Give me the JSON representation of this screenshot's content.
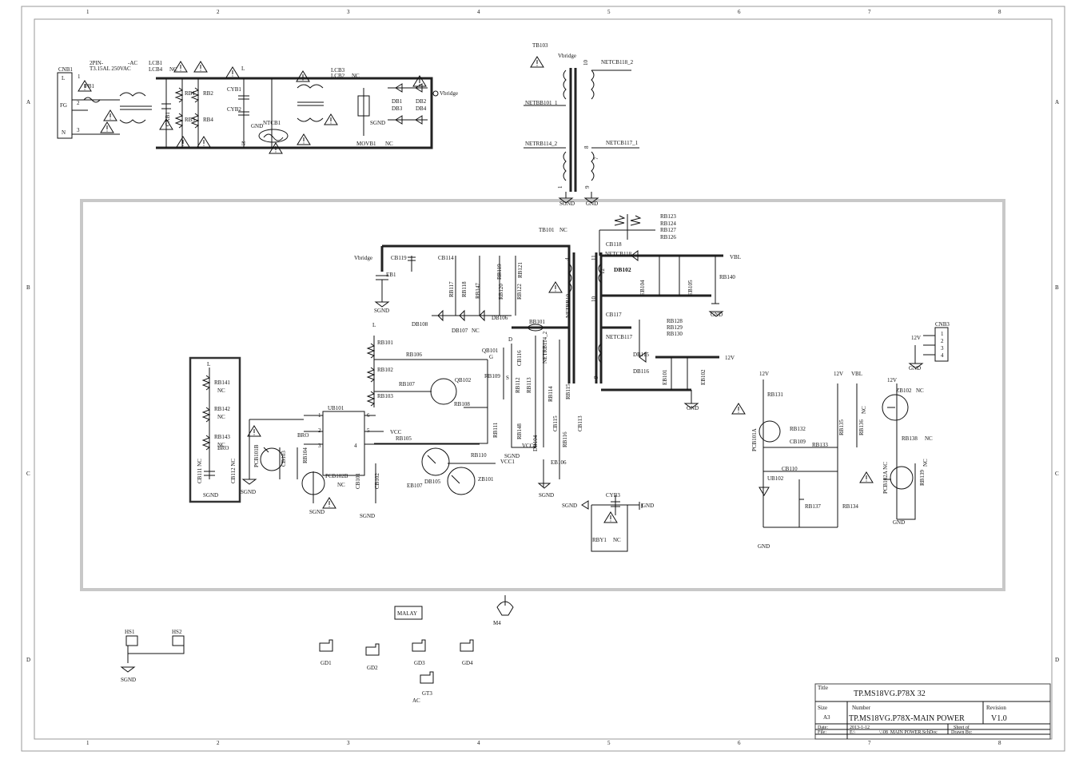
{
  "border": {
    "cols": [
      "1",
      "2",
      "3",
      "4",
      "5",
      "6",
      "7",
      "8"
    ],
    "rows": [
      "A",
      "B",
      "C",
      "D"
    ]
  },
  "title_block": {
    "title_label": "Title",
    "title": "TP.MS18VG.P78X  32",
    "size_label": "Size",
    "size": "A3",
    "number_label": "Number",
    "number": "TP.MS18VG.P78X-MAIN POWER",
    "revision_label": "Revision",
    "revision": "V1.0",
    "date_label": "Date:",
    "date": "2013-1-12",
    "sheet_label": "Sheet    of",
    "file_label": "File:",
    "file_drive": "E:\\",
    "file_path": "\\.\\08_MAIN POWER.SchDoc",
    "drawn_by": "Drawn By:"
  },
  "labels": [
    {
      "id": "cnb1",
      "text": "CNB1"
    },
    {
      "id": "l",
      "text": "L"
    },
    {
      "id": "fg",
      "text": "FG"
    },
    {
      "id": "n",
      "text": "N"
    },
    {
      "id": "pin1",
      "text": "1"
    },
    {
      "id": "pin2",
      "text": "2"
    },
    {
      "id": "pin3",
      "text": "3"
    },
    {
      "id": "fuse_type",
      "text": "2PIN-"
    },
    {
      "id": "fuse_rating",
      "text": "T3.15AL 250VAC"
    },
    {
      "id": "ac",
      "text": "-AC"
    },
    {
      "id": "fb1",
      "text": "FB1"
    },
    {
      "id": "lcb1",
      "text": "LCB1"
    },
    {
      "id": "lcb4",
      "text": "LCB4"
    },
    {
      "id": "cxb1",
      "text": "CXB1"
    },
    {
      "id": "rb1",
      "text": "RB1"
    },
    {
      "id": "rb2",
      "text": "RB2"
    },
    {
      "id": "rb3",
      "text": "RB3"
    },
    {
      "id": "rb4",
      "text": "RB4"
    },
    {
      "id": "nc_top",
      "text": "NC"
    },
    {
      "id": "l_cap",
      "text": "L"
    },
    {
      "id": "n_cap",
      "text": "N"
    },
    {
      "id": "cyb1",
      "text": "CYB1"
    },
    {
      "id": "cyb2",
      "text": "CYB2"
    },
    {
      "id": "gnd_a",
      "text": "GND"
    },
    {
      "id": "ntcb1",
      "text": "NTCB1"
    },
    {
      "id": "lcb3",
      "text": "LCB3"
    },
    {
      "id": "lcb2",
      "text": "LCB2"
    },
    {
      "id": "nc_lcb",
      "text": "NC"
    },
    {
      "id": "db1",
      "text": "DB1"
    },
    {
      "id": "db2",
      "text": "DB2"
    },
    {
      "id": "db3",
      "text": "DB3"
    },
    {
      "id": "db4",
      "text": "DB4"
    },
    {
      "id": "vbridge_a",
      "text": "Vbridge"
    },
    {
      "id": "sgnd_a",
      "text": "SGND"
    },
    {
      "id": "movb1",
      "text": "MOVB1"
    },
    {
      "id": "nc_mov",
      "text": "NC"
    },
    {
      "id": "tb103",
      "text": "TB103"
    },
    {
      "id": "vbridge_t",
      "text": "Vbridge"
    },
    {
      "id": "netbb101",
      "text": "NETBB101_1"
    },
    {
      "id": "netrb114",
      "text": "NETRB114_2"
    },
    {
      "id": "netcb118",
      "text": "NETCB118_2"
    },
    {
      "id": "netcb117",
      "text": "NETCB117_1"
    },
    {
      "id": "p10",
      "text": "10"
    },
    {
      "id": "p8",
      "text": "8"
    },
    {
      "id": "p7",
      "text": "7"
    },
    {
      "id": "p9",
      "text": "9"
    },
    {
      "id": "p1",
      "text": "1"
    },
    {
      "id": "sgnd_t",
      "text": "SGND"
    },
    {
      "id": "gnd_t",
      "text": "GND"
    },
    {
      "id": "tb101",
      "text": "TB101"
    },
    {
      "id": "nc_tb101",
      "text": "NC"
    },
    {
      "id": "vbridge_b",
      "text": "Vbridge"
    },
    {
      "id": "cb119",
      "text": "CB119"
    },
    {
      "id": "cb114",
      "text": "CB114"
    },
    {
      "id": "eb1",
      "text": "EB1"
    },
    {
      "id": "sgnd_b",
      "text": "SGND"
    },
    {
      "id": "rb117",
      "text": "RB117"
    },
    {
      "id": "rb118",
      "text": "RB118"
    },
    {
      "id": "rb147",
      "text": "RB147"
    },
    {
      "id": "rb119",
      "text": "RB119"
    },
    {
      "id": "rb121",
      "text": "RB121"
    },
    {
      "id": "rb120",
      "text": "RB120"
    },
    {
      "id": "rb122",
      "text": "RB122"
    },
    {
      "id": "db108",
      "text": "DB108"
    },
    {
      "id": "db107",
      "text": "DB107"
    },
    {
      "id": "nc_db107",
      "text": "NC"
    },
    {
      "id": "db106",
      "text": "DB106"
    },
    {
      "id": "bb101",
      "text": "BB101"
    },
    {
      "id": "netrb114v",
      "text": "NETRB114_2"
    },
    {
      "id": "netbb10v",
      "text": "NETBB10"
    },
    {
      "id": "l_b",
      "text": "L"
    },
    {
      "id": "rb101",
      "text": "RB101"
    },
    {
      "id": "rb102",
      "text": "RB102"
    },
    {
      "id": "rb103",
      "text": "RB103"
    },
    {
      "id": "rb106",
      "text": "RB106"
    },
    {
      "id": "rb107",
      "text": "RB107"
    },
    {
      "id": "rb108",
      "text": "RB108"
    },
    {
      "id": "rb109",
      "text": "RB109"
    },
    {
      "id": "qb101",
      "text": "QB101"
    },
    {
      "id": "g",
      "text": "G"
    },
    {
      "id": "d",
      "text": "D"
    },
    {
      "id": "s",
      "text": "S"
    },
    {
      "id": "qb102",
      "text": "QB102"
    },
    {
      "id": "cb116",
      "text": "CB116"
    },
    {
      "id": "rb112",
      "text": "RB112"
    },
    {
      "id": "rb113",
      "text": "RB113"
    },
    {
      "id": "rb114",
      "text": "RB114"
    },
    {
      "id": "rb115",
      "text": "RB115"
    },
    {
      "id": "ub101",
      "text": "UB101"
    },
    {
      "id": "u1",
      "text": "1"
    },
    {
      "id": "u2",
      "text": "2"
    },
    {
      "id": "u3",
      "text": "3"
    },
    {
      "id": "u4",
      "text": "4"
    },
    {
      "id": "u5",
      "text": "5"
    },
    {
      "id": "u6",
      "text": "6"
    },
    {
      "id": "vcc",
      "text": "VCC"
    },
    {
      "id": "bro",
      "text": "BRO"
    },
    {
      "id": "rb105",
      "text": "RB105"
    },
    {
      "id": "rb110",
      "text": "RB110"
    },
    {
      "id": "vcc1",
      "text": "VCC1"
    },
    {
      "id": "cb101",
      "text": "CB101"
    },
    {
      "id": "cb102",
      "text": "CB102"
    },
    {
      "id": "eb107",
      "text": "EB107"
    },
    {
      "id": "db105",
      "text": "DB105"
    },
    {
      "id": "zb101",
      "text": "ZB101"
    },
    {
      "id": "sgnd_c",
      "text": "SGND"
    },
    {
      "id": "rb111",
      "text": "RB111"
    },
    {
      "id": "rb148",
      "text": "RB148"
    },
    {
      "id": "sgnd_d",
      "text": "SGND"
    },
    {
      "id": "db104",
      "text": "DB104"
    },
    {
      "id": "cb115",
      "text": "CB115"
    },
    {
      "id": "cb113",
      "text": "CB113"
    },
    {
      "id": "rb116",
      "text": "RB116"
    },
    {
      "id": "vcc1_b",
      "text": "VCC1"
    },
    {
      "id": "eb106",
      "text": "EB106"
    },
    {
      "id": "sgnd_e",
      "text": "SGND"
    },
    {
      "id": "pcb101b",
      "text": "PCB101B"
    },
    {
      "id": "cb103",
      "text": "CB103"
    },
    {
      "id": "rb104",
      "text": "RB104"
    },
    {
      "id": "pcb102b",
      "text": "PCB102B"
    },
    {
      "id": "nc_pcb102b",
      "text": "NC"
    },
    {
      "id": "sgnd_f",
      "text": "SGND"
    },
    {
      "id": "sgnd_g",
      "text": "SGND"
    },
    {
      "id": "l_box",
      "text": "L"
    },
    {
      "id": "rb141",
      "text": "RB141"
    },
    {
      "id": "nc141",
      "text": "NC"
    },
    {
      "id": "rb142",
      "text": "RB142"
    },
    {
      "id": "nc142",
      "text": "NC"
    },
    {
      "id": "rb143",
      "text": "RB143"
    },
    {
      "id": "nc143",
      "text": "NC"
    },
    {
      "id": "bro_box",
      "text": "BRO"
    },
    {
      "id": "cb111",
      "text": "CB111  NC"
    },
    {
      "id": "cb112",
      "text": "CB112  NC"
    },
    {
      "id": "sgnd_box",
      "text": "SGND"
    },
    {
      "id": "sgnd_cy",
      "text": "SGND"
    },
    {
      "id": "cyb3",
      "text": "CYB3"
    },
    {
      "id": "gnd_cy",
      "text": "GND"
    },
    {
      "id": "rby1",
      "text": "RBY1"
    },
    {
      "id": "nc_rby",
      "text": "NC"
    },
    {
      "id": "rb123",
      "text": "RB123"
    },
    {
      "id": "rb124",
      "text": "RB124"
    },
    {
      "id": "rb127",
      "text": "RB127"
    },
    {
      "id": "rb126",
      "text": "RB126"
    },
    {
      "id": "cb118",
      "text": "CB118"
    },
    {
      "id": "netcb",
      "text": "NETCB118"
    },
    {
      "id": "db102",
      "text": "DB102"
    },
    {
      "id": "p11",
      "text": "11"
    },
    {
      "id": "p12",
      "text": "12"
    },
    {
      "id": "p10b",
      "text": "10"
    },
    {
      "id": "p4",
      "text": "4"
    },
    {
      "id": "eb104",
      "text": "EB104"
    },
    {
      "id": "eb105",
      "text": "EB105"
    },
    {
      "id": "vbl",
      "text": "VBL"
    },
    {
      "id": "rb140",
      "text": "RB140"
    },
    {
      "id": "gnd_vbl",
      "text": "GND"
    },
    {
      "id": "cb117",
      "text": "CB117"
    },
    {
      "id": "rb128",
      "text": "RB128"
    },
    {
      "id": "rb129",
      "text": "RB129"
    },
    {
      "id": "rb130",
      "text": "RB130"
    },
    {
      "id": "netcb117b",
      "text": "NETCB117"
    },
    {
      "id": "db115",
      "text": "DB115"
    },
    {
      "id": "db116",
      "text": "DB116"
    },
    {
      "id": "v12",
      "text": "12V"
    },
    {
      "id": "eb101",
      "text": "EB101"
    },
    {
      "id": "eb102",
      "text": "EB102"
    },
    {
      "id": "gnd_12",
      "text": "GND"
    },
    {
      "id": "p9b",
      "text": "9"
    },
    {
      "id": "cnb3",
      "text": "CNB3"
    },
    {
      "id": "c1",
      "text": "1"
    },
    {
      "id": "c2",
      "text": "2"
    },
    {
      "id": "c3",
      "text": "3"
    },
    {
      "id": "c4",
      "text": "4"
    },
    {
      "id": "v12_cn",
      "text": "12V"
    },
    {
      "id": "gnd_cn",
      "text": "GND"
    },
    {
      "id": "v12_a",
      "text": "12V"
    },
    {
      "id": "rb131",
      "text": "RB131"
    },
    {
      "id": "pcb101a",
      "text": "PCB101A"
    },
    {
      "id": "rb132",
      "text": "RB132"
    },
    {
      "id": "cb109",
      "text": "CB109"
    },
    {
      "id": "rb133",
      "text": "RB133"
    },
    {
      "id": "v12_b",
      "text": "12V"
    },
    {
      "id": "vbl_b",
      "text": "VBL"
    },
    {
      "id": "rb135",
      "text": "RB135"
    },
    {
      "id": "rb136",
      "text": "RB136"
    },
    {
      "id": "nc136",
      "text": "NC"
    },
    {
      "id": "cb110",
      "text": "CB110"
    },
    {
      "id": "ub102",
      "text": "UB102"
    },
    {
      "id": "rb137",
      "text": "RB137"
    },
    {
      "id": "rb134",
      "text": "RB134"
    },
    {
      "id": "gnd_ub",
      "text": "GND"
    },
    {
      "id": "v12_c",
      "text": "12V"
    },
    {
      "id": "zb102",
      "text": "ZB102"
    },
    {
      "id": "nc_zb",
      "text": "NC"
    },
    {
      "id": "rb138",
      "text": "RB138"
    },
    {
      "id": "nc138",
      "text": "NC"
    },
    {
      "id": "pcb102a",
      "text": "PCB102A  NC"
    },
    {
      "id": "rb139",
      "text": "RB139"
    },
    {
      "id": "nc139",
      "text": "NC"
    },
    {
      "id": "gnd_pc",
      "text": "GND"
    },
    {
      "id": "malay",
      "text": "MALAY"
    },
    {
      "id": "m4",
      "text": "M4"
    },
    {
      "id": "hs1",
      "text": "HS1"
    },
    {
      "id": "hs2",
      "text": "HS2"
    },
    {
      "id": "sgnd_hs",
      "text": "SGND"
    },
    {
      "id": "gd1",
      "text": "GD1"
    },
    {
      "id": "gd2",
      "text": "GD2"
    },
    {
      "id": "gd3",
      "text": "GD3"
    },
    {
      "id": "gd4",
      "text": "GD4"
    },
    {
      "id": "gt3",
      "text": "GT3"
    },
    {
      "id": "ac_gt",
      "text": "AC"
    }
  ]
}
